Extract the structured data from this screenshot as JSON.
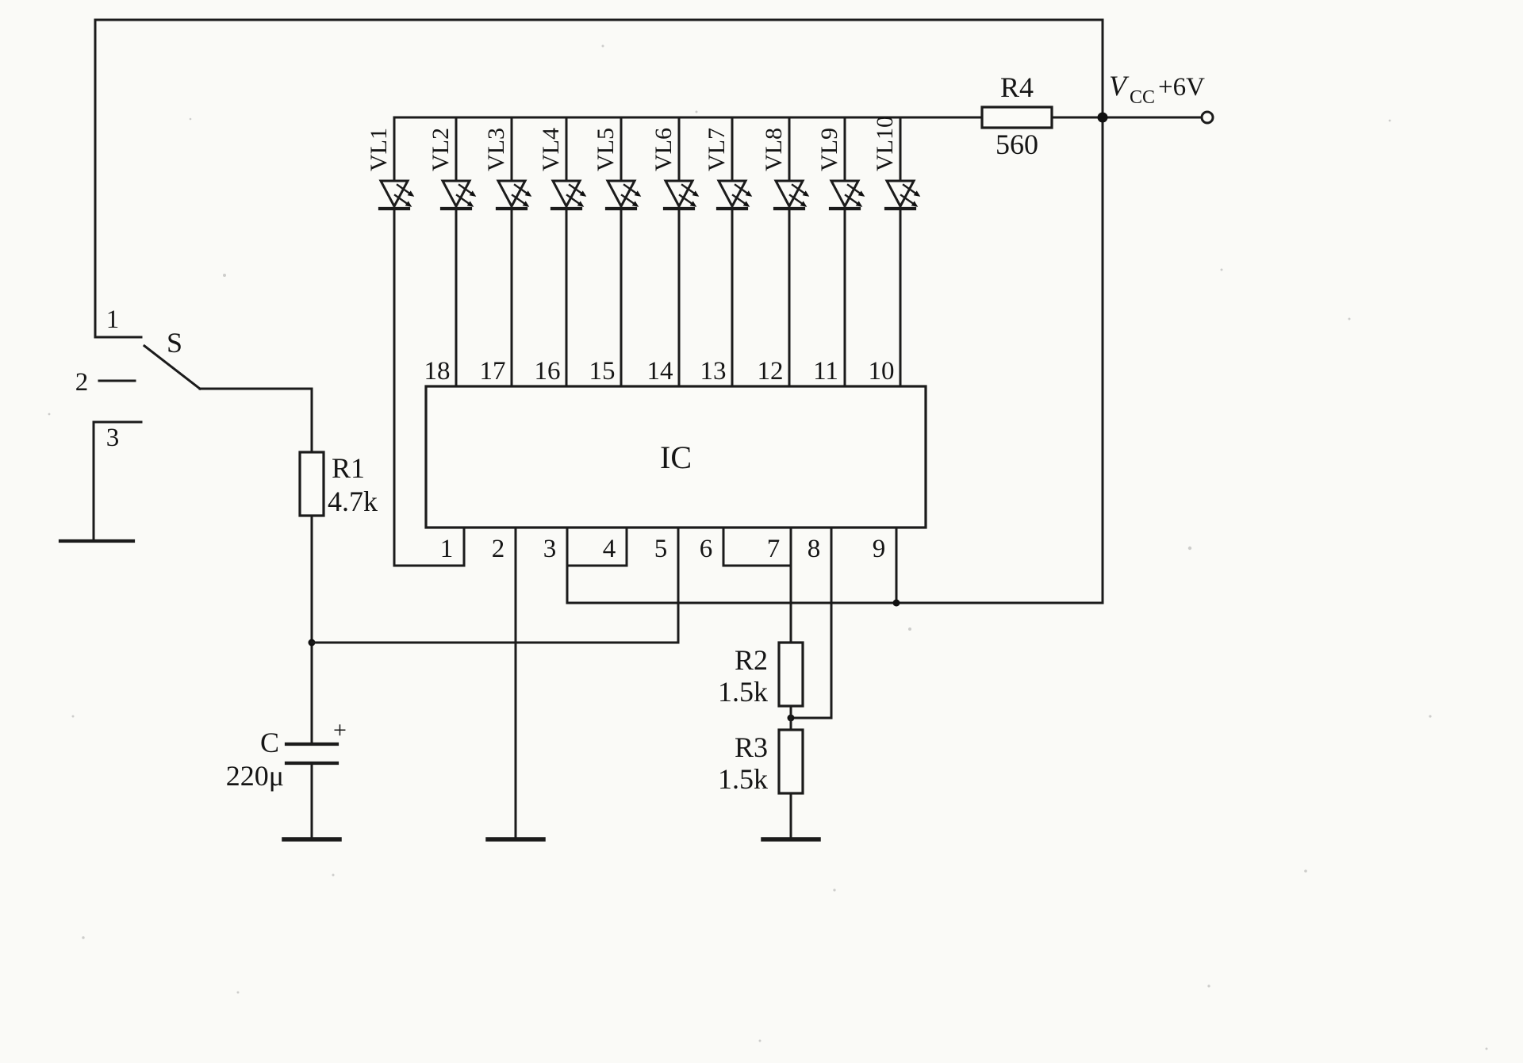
{
  "power": {
    "v": "V",
    "cc": "CC",
    "value": "+6V"
  },
  "ic": {
    "label": "IC",
    "top_pins": [
      "18",
      "17",
      "16",
      "15",
      "14",
      "13",
      "12",
      "11",
      "10"
    ],
    "bottom_pins": [
      "1",
      "2",
      "3",
      "4",
      "5",
      "6",
      "7",
      "8",
      "9"
    ]
  },
  "leds": [
    "VL1",
    "VL2",
    "VL3",
    "VL4",
    "VL5",
    "VL6",
    "VL7",
    "VL8",
    "VL9",
    "VL10"
  ],
  "resistors": {
    "r1": {
      "name": "R1",
      "value": "4.7k"
    },
    "r2": {
      "name": "R2",
      "value": "1.5k"
    },
    "r3": {
      "name": "R3",
      "value": "1.5k"
    },
    "r4": {
      "name": "R4",
      "value": "560"
    }
  },
  "capacitor": {
    "name": "C",
    "value": "220μ",
    "polarity": "+"
  },
  "switch": {
    "name": "S",
    "pos1": "1",
    "pos2": "2",
    "pos3": "3"
  },
  "colors": {
    "ink": "#1b1b1b",
    "paper": "#fafaf7"
  }
}
